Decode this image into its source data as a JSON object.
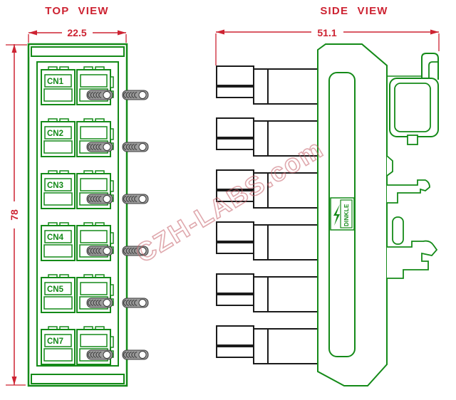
{
  "drawing": {
    "watermark": "CZH-LABS.com",
    "top_view": {
      "title": "TOP VIEW",
      "dim_width": "22.5",
      "dim_height": "78",
      "rows": [
        {
          "label": "CN1"
        },
        {
          "label": "CN2"
        },
        {
          "label": "CN3"
        },
        {
          "label": "CN4"
        },
        {
          "label": "CN5"
        },
        {
          "label": "CN7"
        }
      ]
    },
    "side_view": {
      "title": "SIDE VIEW",
      "dim_width": "51.1",
      "brand": "DINKLE"
    },
    "colors": {
      "drawing_green": "#148a18",
      "dimension_red": "#cd2332",
      "connector_black": "#1b1b1b",
      "contact_gray": "#9c9c9c",
      "watermark_pink": "#c4606a"
    }
  }
}
